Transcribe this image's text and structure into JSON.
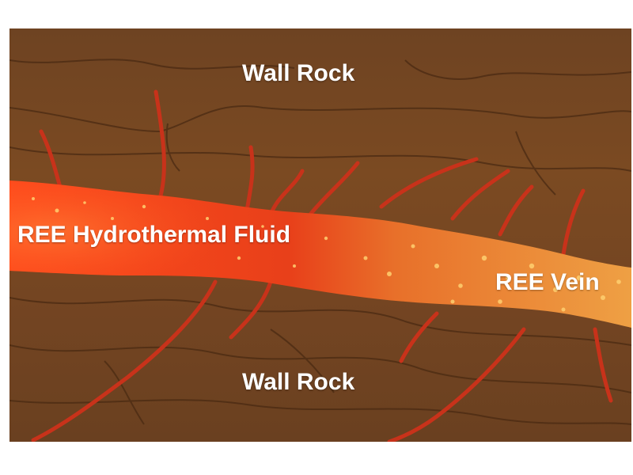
{
  "labels": {
    "wall_rock_top": "Wall Rock",
    "wall_rock_bottom": "Wall Rock",
    "hydrothermal_fluid": "REE Hydrothermal Fluid",
    "vein": "REE Vein"
  },
  "colors": {
    "rock_base": "#7a4a22",
    "rock_dark": "#4a2a12",
    "fluid_red": "#e0381a",
    "fluid_glow": "#ff5a1f",
    "vein_orange": "#e8902a",
    "vein_light": "#f4b050",
    "veinlet_red": "#c8321a",
    "label_text": "#ffffff"
  }
}
